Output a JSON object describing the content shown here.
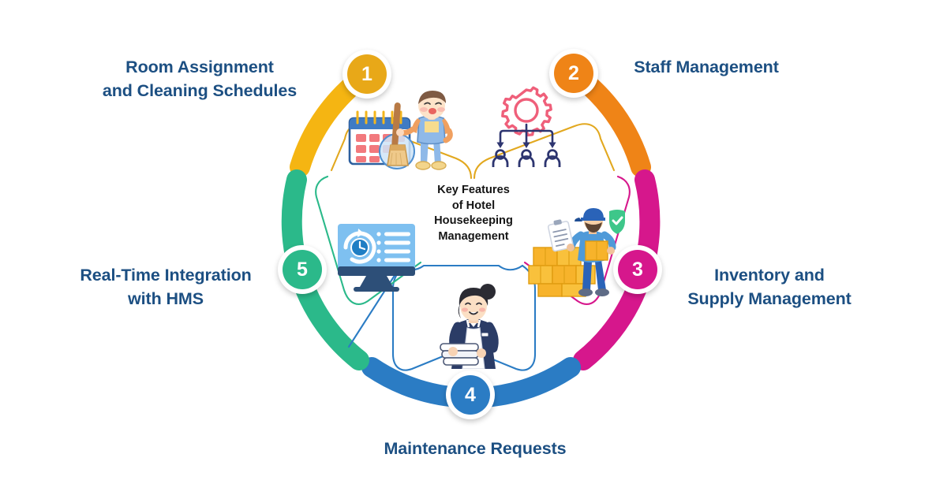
{
  "diagram": {
    "type": "circular-pentagon-infographic",
    "center_caption": "Key Features\nof Hotel\nHousekeeping\nManagement",
    "center_text_color": "#141414",
    "label_text_color": "#1c4f82",
    "background_color": "#ffffff",
    "segments": [
      {
        "number": "1",
        "label": "Room Assignment\nand Cleaning Schedules",
        "color": "#f5b512",
        "icon": "cleaner-with-broom-and-calendar-icon",
        "label_position": "top-left"
      },
      {
        "number": "2",
        "label": "Staff Management",
        "color": "#ef8417",
        "icon": "gear-org-chart-people-icon",
        "label_position": "top-right"
      },
      {
        "number": "3",
        "label": "Inventory and\nSupply Management",
        "color": "#d6178c",
        "icon": "warehouse-worker-boxes-clipboard-icon",
        "label_position": "right"
      },
      {
        "number": "4",
        "label": "Maintenance Requests",
        "color": "#2b7cc4",
        "icon": "housekeeper-with-towels-icon",
        "label_position": "bottom"
      },
      {
        "number": "5",
        "label": "Real-Time Integration\nwith HMS",
        "color": "#2bb98a",
        "icon": "monitor-realtime-sync-clock-icon",
        "label_position": "left"
      }
    ]
  }
}
